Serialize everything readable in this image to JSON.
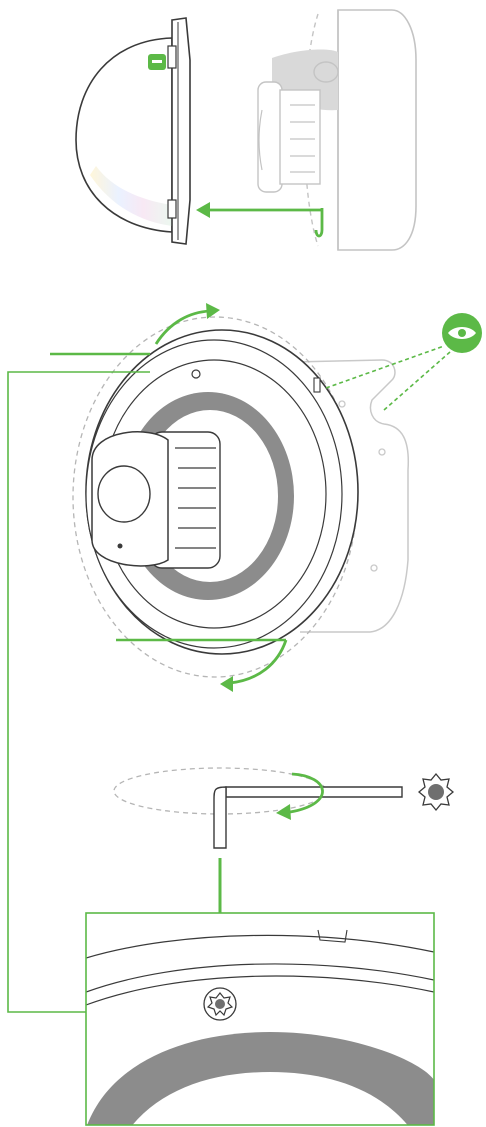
{
  "colors": {
    "accent_green": "#5cb947",
    "line_dark": "#3a3a3a",
    "line_light": "#bdbdbd",
    "gray_fill": "#8c8c8c",
    "light_fill": "#e6e6e6",
    "background": "#ffffff"
  },
  "icons": [
    "eye-icon",
    "torx-screw-icon",
    "torx-screw-head-icon",
    "lock-tab-icon"
  ],
  "steps": [
    {
      "name": "detach-dome-cover",
      "arrow": "arrow-left"
    },
    {
      "name": "rotate-dome-ring",
      "arrow": "arrow-rotate"
    },
    {
      "name": "turn-torx-key",
      "arrow": "arrow-down"
    },
    {
      "name": "detail-view-screw",
      "arrow": "none"
    }
  ]
}
